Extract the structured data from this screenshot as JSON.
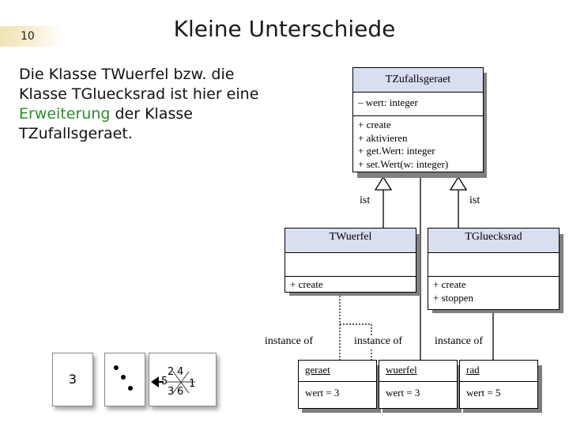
{
  "slide_number": "10",
  "title": "Kleine Unterschiede",
  "text": {
    "part1": "Die Klasse TWuerfel bzw. die Klasse TGluecksrad ist hier eine ",
    "highlight": "Erweiterung",
    "part2": " der Klasse TZufallsgeraet."
  },
  "colors": {
    "highlight": "#2e8b2e",
    "class_header": "#d9def0"
  },
  "base_class": {
    "name": "TZufallsgeraet",
    "attributes": [
      "– wert: integer"
    ],
    "methods": [
      "+ create",
      "+ aktivieren",
      "+ get.Wert: integer",
      "+ set.Wert(w: integer)"
    ]
  },
  "subclasses": [
    {
      "name": "TWuerfel",
      "methods": [
        "+ create"
      ]
    },
    {
      "name": "TGluecksrad",
      "methods": [
        "+ create",
        "+ stoppen"
      ]
    }
  ],
  "relations": {
    "inheritance": [
      "ist",
      "ist"
    ],
    "instance": [
      "instance of",
      "instance of",
      "instance of"
    ]
  },
  "objects": [
    {
      "name": "geraet",
      "value": "wert = 3"
    },
    {
      "name": "wuerfel",
      "value": "wert = 3"
    },
    {
      "name": "rad",
      "value": "wert = 5"
    }
  ],
  "illustrations": {
    "box_value": "3",
    "dice_pips": 3,
    "wheel_numbers": [
      "2",
      "4",
      "5",
      "1",
      "3",
      "6"
    ]
  }
}
